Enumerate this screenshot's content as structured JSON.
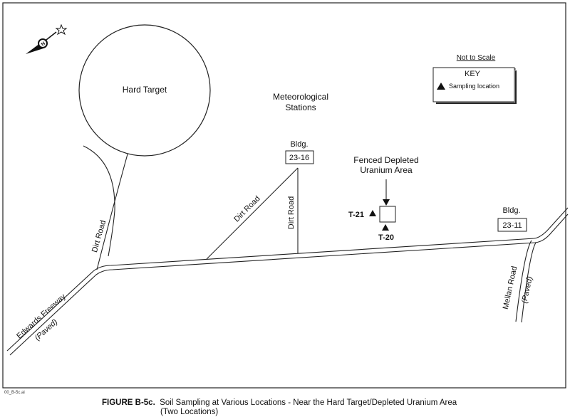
{
  "map": {
    "not_to_scale": "Not to Scale",
    "key": {
      "title": "KEY",
      "sampling_label": "Sampling location"
    },
    "hard_target": "Hard Target",
    "meteorological": [
      "Meteorological",
      "Stations"
    ],
    "bldg_23_16": {
      "label": "Bldg.",
      "number": "23-16"
    },
    "bldg_23_11": {
      "label": "Bldg.",
      "number": "23-11"
    },
    "fenced_area": [
      "Fenced Depleted",
      "Uranium Area"
    ],
    "samples": {
      "t21": "T-21",
      "t20": "T-20"
    },
    "roads": {
      "dirt_road_diag": "Dirt Road",
      "dirt_road_vert": "Dirt Road",
      "dirt_road_left": "Dirt Road",
      "edwards": "Edwards Freeway",
      "edwards_paved": "(Paved)",
      "mellan": "Mellan Road",
      "mellan_paved": "(Paved)"
    },
    "north_symbol": "N"
  },
  "footer": {
    "file_id": "00_B-5c.ai",
    "figure_label": "FIGURE B-5c.",
    "caption_line1": "Soil Sampling at Various Locations - Near the Hard Target/Depleted Uranium Area",
    "caption_line2": "(Two Locations)"
  }
}
